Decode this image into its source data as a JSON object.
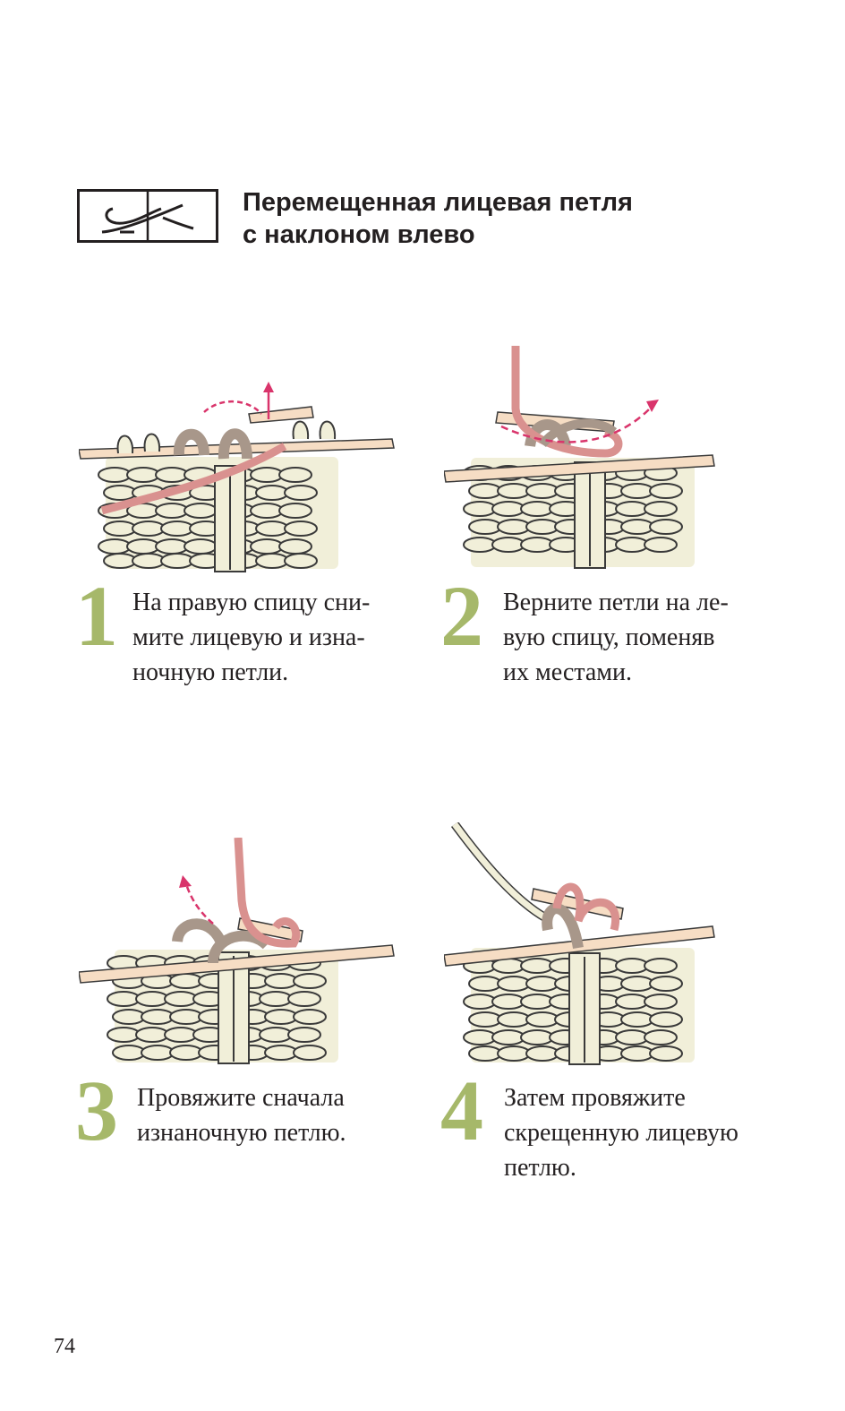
{
  "header": {
    "title_line1": "Перемещенная лицевая петля",
    "title_line2": "с наклоном влево",
    "symbol_icon": "left-cross-stitch-chart-symbol"
  },
  "colors": {
    "accent_number": "#a6b86a",
    "yarn_main": "#f1efd9",
    "yarn_outline": "#3a3a3a",
    "stitch_brown": "#a8978a",
    "working_yarn": "#d9918f",
    "needle": "#f6ddc4",
    "arrow": "#d9346b"
  },
  "steps": [
    {
      "number": "1",
      "lines": [
        "На правую спицу сни-",
        "мите лицевую и изна-",
        "ночную петли."
      ]
    },
    {
      "number": "2",
      "lines": [
        "Верните петли на ле-",
        "вую спицу, поменяв",
        "их местами."
      ]
    },
    {
      "number": "3",
      "lines": [
        "Провяжите сначала",
        "изнаночную петлю."
      ]
    },
    {
      "number": "4",
      "lines": [
        "Затем провяжите",
        "скрещенную лицевую",
        "петлю."
      ]
    }
  ],
  "footer": {
    "page_number": "74"
  }
}
